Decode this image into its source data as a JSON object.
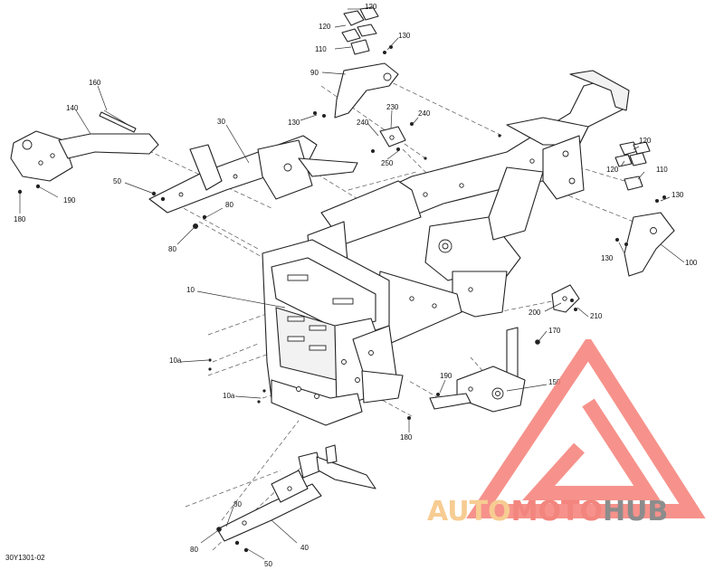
{
  "diagram": {
    "reference_code": "30Y1301-02",
    "callouts": {
      "c120a": "120",
      "c120b": "120",
      "c110a": "110",
      "c130a": "130",
      "c90": "90",
      "c130b": "130",
      "c240a": "240",
      "c230": "230",
      "c240b": "240",
      "c250": "250",
      "c160": "160",
      "c140": "140",
      "c30": "30",
      "c50a": "50",
      "c180a": "180",
      "c190a": "190",
      "c80a": "80",
      "c80b": "80",
      "c10": "10",
      "c10a1": "10a",
      "c10a2": "10a",
      "c120c": "120",
      "c120d": "120",
      "c110b": "110",
      "c130c": "130",
      "c130d": "130",
      "c100": "100",
      "c200": "200",
      "c210": "210",
      "c170": "170",
      "c190b": "190",
      "c150": "150",
      "c180b": "180",
      "c80c": "80",
      "c80d": "80",
      "c50b": "50",
      "c40": "40"
    }
  },
  "watermark": {
    "word_1": "AUTO",
    "word_2": "MOTO",
    "word_3": "HUB",
    "colors": {
      "auto": "#f7cc92",
      "moto": "#f2857e",
      "hub": "#8c8c8c",
      "triangle": "#f57f77"
    }
  }
}
